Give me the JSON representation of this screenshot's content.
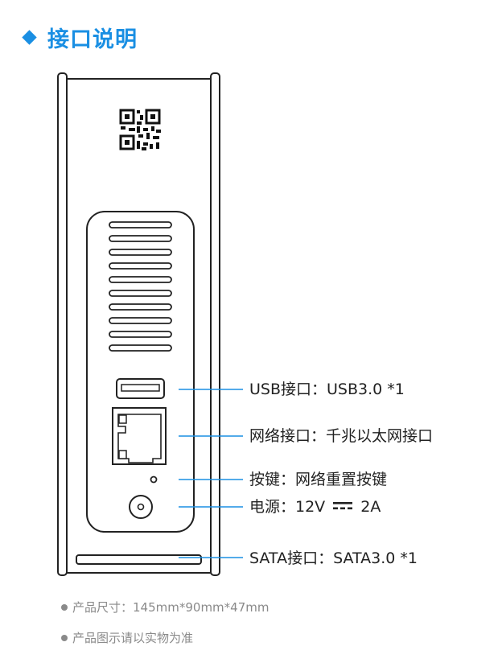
{
  "header": {
    "title": "接口说明",
    "accent_color": "#1a8fe3"
  },
  "callouts": [
    {
      "id": "usb",
      "text": "USB接口：USB3.0 *1"
    },
    {
      "id": "lan",
      "text": "网络接口：千兆以太网接口"
    },
    {
      "id": "reset",
      "text": "按键：网络重置按键"
    },
    {
      "id": "power",
      "prefix": "电源：12V",
      "suffix": "2A"
    },
    {
      "id": "sata",
      "text": "SATA接口：SATA3.0 *1"
    }
  ],
  "notes": [
    "产品尺寸：145mm*90mm*47mm",
    "产品图示请以实物为准"
  ],
  "colors": {
    "leader_line": "#1a8fe3",
    "outline": "#222222",
    "note_text": "#8a8a8a"
  }
}
